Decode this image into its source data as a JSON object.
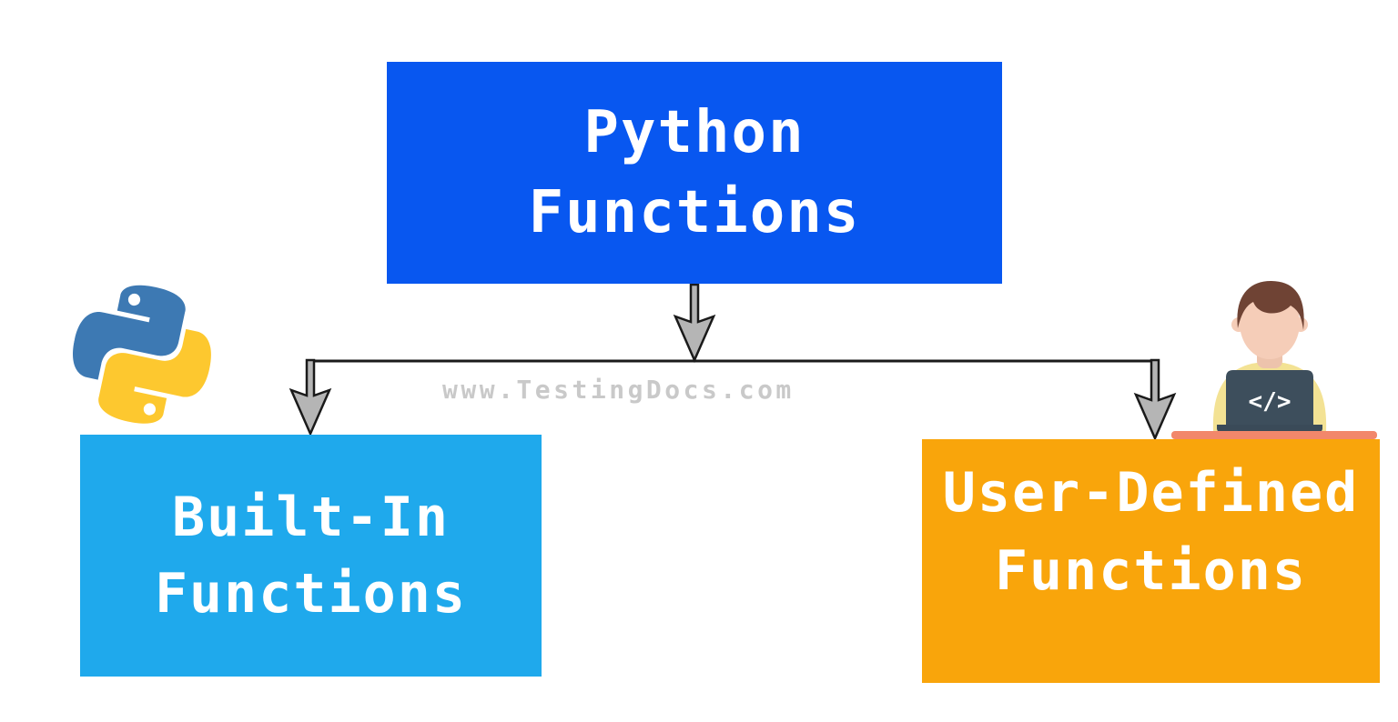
{
  "diagram": {
    "watermark": "www.TestingDocs.com",
    "nodes": {
      "root": {
        "line1": "Python",
        "line2": "Functions"
      },
      "left": {
        "line1": "Built-In",
        "line2": "Functions"
      },
      "right": {
        "line1": "User-Defined",
        "line2": "Functions"
      }
    },
    "icons": {
      "python_logo": "python-logo",
      "developer": "developer-at-laptop",
      "laptop_screen_glyph": "</>"
    },
    "colors": {
      "root_box": "#0857F0",
      "left_box": "#1FA9EC",
      "right_box": "#F9A50B",
      "arrow_fill": "#B5B5B5",
      "arrow_stroke": "#1A1A1A",
      "watermark": "#C9C9C9",
      "python_blue": "#3D79B3",
      "python_yellow": "#FDC82F",
      "desk": "#F2876B",
      "laptop": "#3D4E5C",
      "laptop_base": "#3A4A58",
      "shirt": "#F3E294",
      "skin": "#F5CDB8",
      "neck": "#EDC3AC",
      "hair": "#6F4334"
    }
  }
}
